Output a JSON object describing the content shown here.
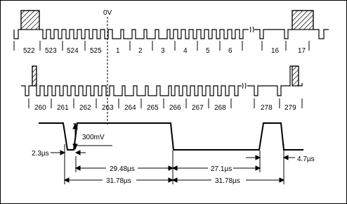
{
  "diagram": {
    "top_row": {
      "zero_volt_label": "0V",
      "line_numbers": [
        "522",
        "523",
        "524",
        "525",
        "1",
        "2",
        "3",
        "4",
        "5",
        "6",
        "16",
        "17"
      ]
    },
    "middle_row": {
      "line_numbers": [
        "260",
        "261",
        "262",
        "263",
        "264",
        "265",
        "266",
        "267",
        "268",
        "278",
        "279"
      ]
    },
    "waveform": {
      "amplitude_label": "300mV",
      "sync_tip_width_label": "2.3µs",
      "active_video_label": "29.48µs",
      "line_period_label_left": "31.78µs",
      "half_line_active_label": "27.1µs",
      "line_period_label_right": "31.78µs",
      "broad_pulse_gap_label": "4.7µs"
    },
    "colors": {
      "line": "#000000",
      "hatch": "#000000",
      "background": "#ffffff"
    }
  }
}
